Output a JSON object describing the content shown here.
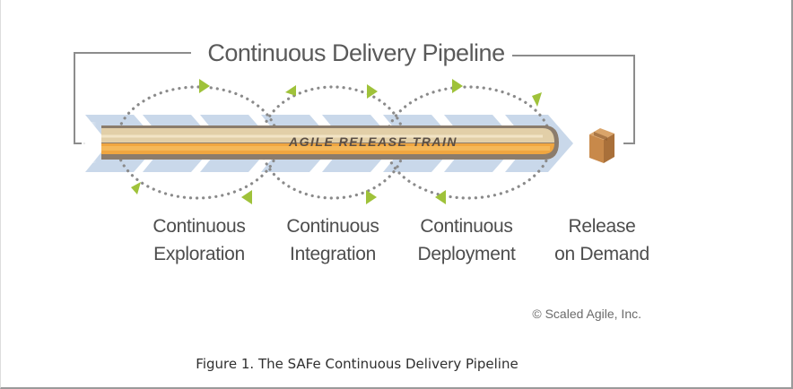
{
  "title": "Continuous Delivery Pipeline",
  "train_label": "AGILE RELEASE TRAIN",
  "stages": [
    {
      "line1": "Continuous",
      "line2": "Exploration"
    },
    {
      "line1": "Continuous",
      "line2": "Integration"
    },
    {
      "line1": "Continuous",
      "line2": "Deployment"
    }
  ],
  "release": {
    "line1": "Release",
    "line2": "on Demand"
  },
  "copyright": "© Scaled Agile, Inc.",
  "caption": "Figure 1. The SAFe Continuous Delivery Pipeline",
  "colors": {
    "chevron": "#c9d8ea",
    "train_orange": "#f0a640",
    "train_tan": "#e2cfa8",
    "train_brown": "#8b7c6c",
    "loop_dots": "#8a8a8a",
    "arrowhead": "#9fc23a",
    "bracket": "#8c8c8c",
    "box": "#c8894a"
  },
  "icons": [
    "package-box-icon"
  ]
}
